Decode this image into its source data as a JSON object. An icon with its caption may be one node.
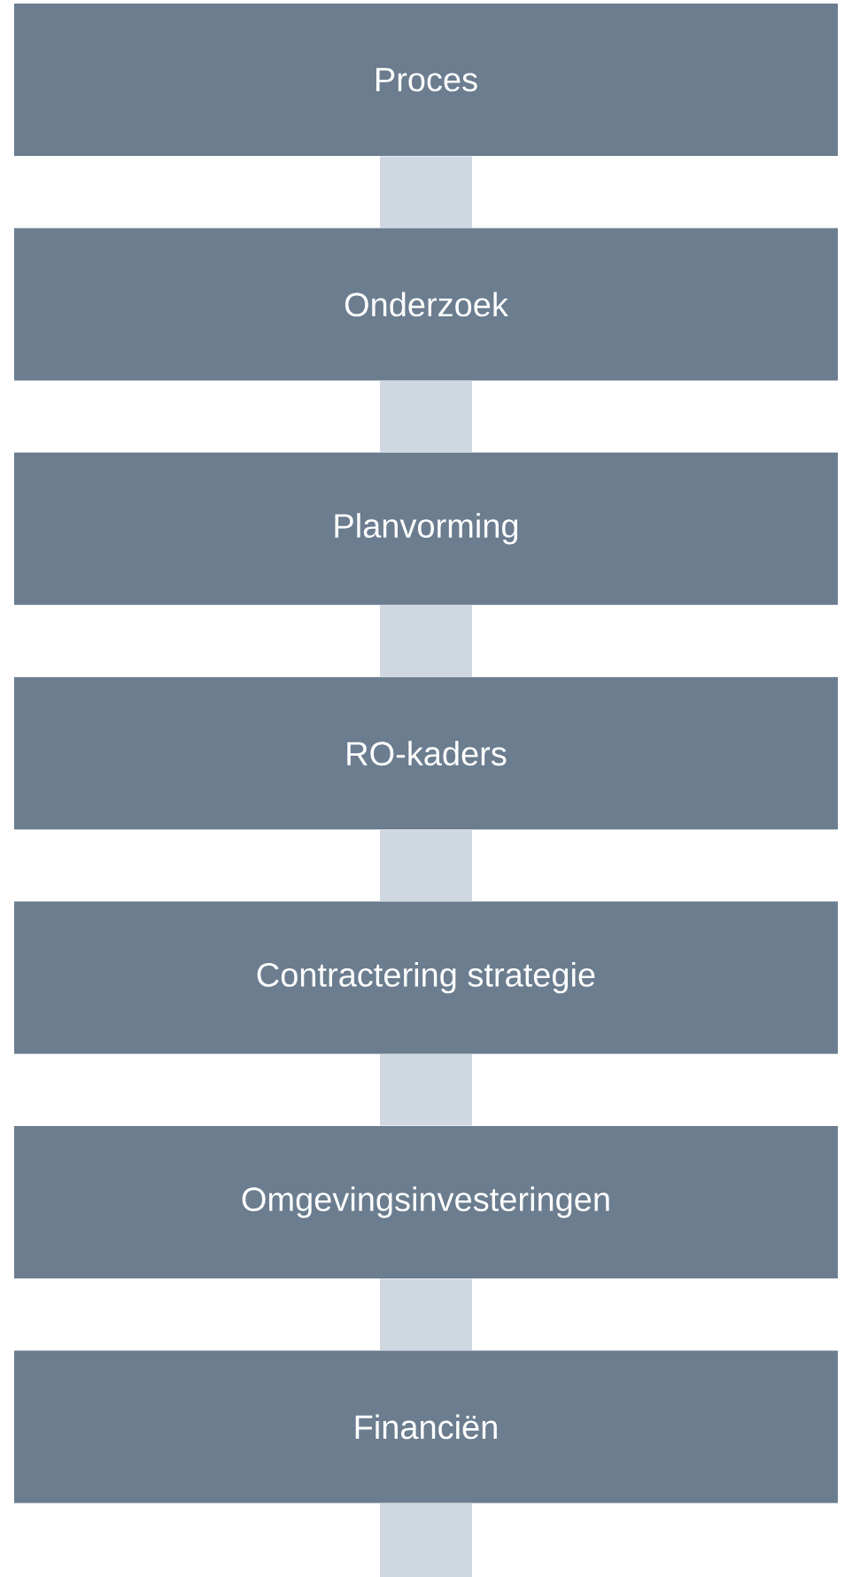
{
  "diagram": {
    "nodes": [
      {
        "text": [
          "Proces"
        ]
      },
      {
        "text": [
          "Onderzoek"
        ]
      },
      {
        "text": [
          "Planvorming"
        ]
      },
      {
        "text": [
          "RO-kaders"
        ]
      },
      {
        "text": [
          "Contractering strategie"
        ]
      },
      {
        "text": [
          "Omgevingsinvesteringen"
        ]
      },
      {
        "text": [
          "Financiën"
        ]
      }
    ],
    "edges": [
      {
        "from": 0,
        "to": 1,
        "arrow": "none"
      },
      {
        "from": 1,
        "to": 2,
        "arrow": "none"
      },
      {
        "from": 2,
        "to": 3,
        "arrow": "none"
      },
      {
        "from": 3,
        "to": 4,
        "arrow": "none"
      },
      {
        "from": 4,
        "to": 5,
        "arrow": "none"
      },
      {
        "from": 5,
        "to": 6,
        "arrow": "none"
      },
      {
        "from": 6,
        "to": null,
        "arrow": "none"
      }
    ]
  }
}
